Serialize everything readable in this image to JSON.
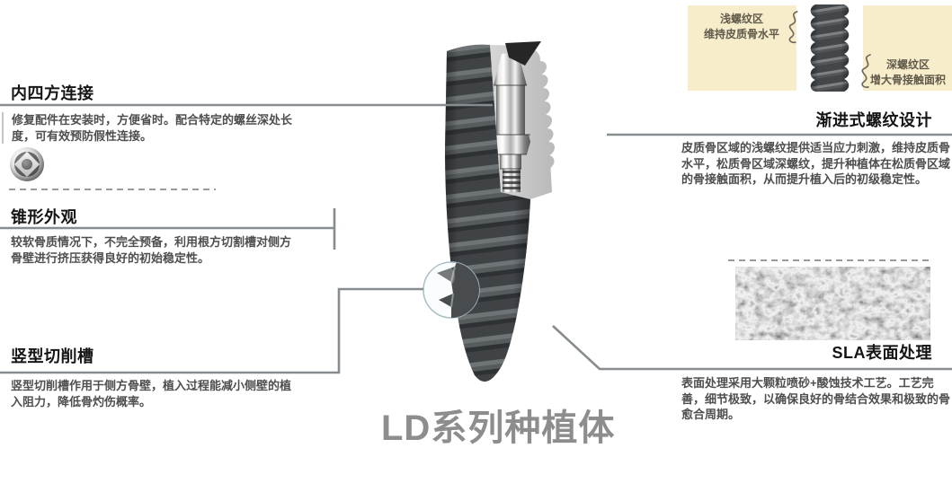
{
  "main_title": "LD系列种植体",
  "sections_left": [
    {
      "title": "内四方连接",
      "body": "修复配件在安装时，方便省时。配合特定的螺丝深处长度，可有效预防假性连接。"
    },
    {
      "title": "锥形外观",
      "body": "较软骨质情况下，不完全预备，利用根方切割槽对侧方骨壁进行挤压获得良好的初始稳定性。"
    },
    {
      "title": "竖型切削槽",
      "body": "竖型切削槽作用于侧方骨壁，植入过程能减小侧壁的植入阻力，降低骨灼伤概率。"
    }
  ],
  "sections_right": [
    {
      "title": "渐进式螺纹设计",
      "body": "皮质骨区域的浅螺纹提供适当应力刺激，维持皮质骨水平，松质骨区域深螺纹，提升种植体在松质骨区域的骨接触面积，从而提升植入后的初级稳定性。"
    },
    {
      "title": "SLA表面处理",
      "body": "表面处理采用大颗粒喷砂+酸蚀技术工艺。工艺完善，细节极致，以确保良好的骨结合效果和极致的骨愈合周期。"
    }
  ],
  "callout_box": {
    "shallow_line1": "浅螺纹区",
    "shallow_line2": "维持皮质骨水平",
    "deep_line1": "深螺纹区",
    "deep_line2": "增大骨接触面积"
  },
  "icons": {
    "square_socket": "implant-internal-square-socket-top-view",
    "squiggle_brace": "wavy-pointer-brace",
    "magnifier_circle": "thread-zoom-circle"
  },
  "colors": {
    "callout_bg": "#f8edca",
    "rule_gray": "#878c8f",
    "title_gray": "#8d8d8d",
    "body_text": "#4e4e4e",
    "implant_dark": "#45484b",
    "callout_text": "#5f594b"
  }
}
